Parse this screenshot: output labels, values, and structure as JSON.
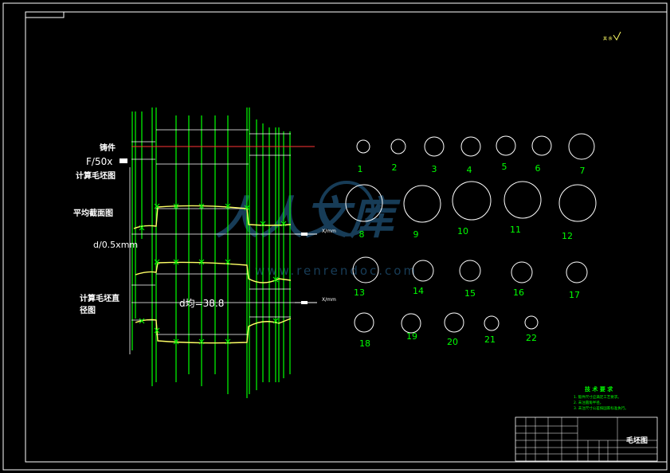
{
  "drawing": {
    "labels": {
      "casting": "铸件",
      "force_scale": "F/50x",
      "calc_blank": "计算毛坯图",
      "avg_section": "平均截面图",
      "d_scale": "d/0.5xmm",
      "calc_blank_dia_1": "计算毛坯直",
      "calc_blank_dia_2": "径图",
      "d_avg": "d均=38.8",
      "x_mm_1": "X/mm",
      "x_mm_2": "X/mm",
      "roughness": "其 余"
    },
    "circle_labels": [
      "1",
      "2",
      "3",
      "4",
      "5",
      "6",
      "7",
      "8",
      "9",
      "10",
      "11",
      "12",
      "13",
      "14",
      "15",
      "16",
      "17",
      "18",
      "19",
      "20",
      "21",
      "22"
    ],
    "notes": {
      "title": "技 术 要 求",
      "line1": "1. 锻件尺寸应满足工艺要求。",
      "line2": "2. 未注圆角半径。",
      "line3": "3. 未注尺寸公差按国家标准执行。"
    },
    "title_block": {
      "drawing_name": "毛坯图"
    },
    "watermark": {
      "text1": "人人文库",
      "text2": "www.renrendoc.com"
    },
    "colors": {
      "background": "#000000",
      "frame": "#ffffff",
      "green": "#00ff00",
      "yellow": "#ffff66",
      "red": "#ff3333",
      "watermark": "#2a6d9e"
    }
  }
}
